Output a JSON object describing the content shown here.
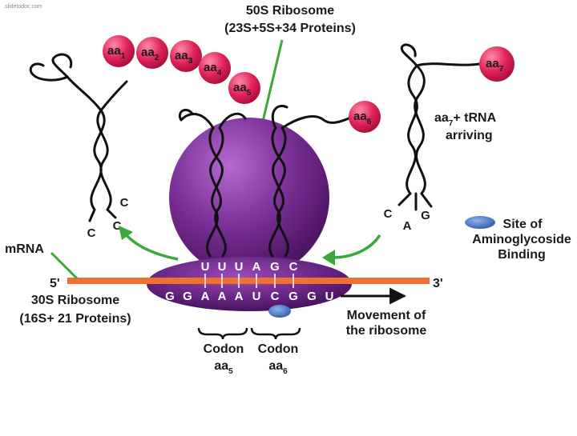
{
  "watermark": "slidetodoc.com",
  "ribosome_50s": {
    "title": "50S Ribosome",
    "detail": "(23S+5S+34 Proteins)"
  },
  "ribosome_30s": {
    "title": "30S Ribosome",
    "detail": "(16S+ 21 Proteins)"
  },
  "mrna": {
    "label": "mRNA",
    "five_prime": "5'",
    "three_prime": "3'"
  },
  "amino_acids": [
    {
      "base": "aa",
      "sub": "1"
    },
    {
      "base": "aa",
      "sub": "2"
    },
    {
      "base": "aa",
      "sub": "3"
    },
    {
      "base": "aa",
      "sub": "4"
    },
    {
      "base": "aa",
      "sub": "5"
    },
    {
      "base": "aa",
      "sub": "6"
    },
    {
      "base": "aa",
      "sub": "7"
    }
  ],
  "arriving": {
    "line1_base": "aa",
    "line1_sub": "7",
    "line1_rest": "+ tRNA",
    "line2": "arriving"
  },
  "anticodon_top": [
    "U",
    "U",
    "U",
    "A",
    "G",
    "C"
  ],
  "mrna_bases": [
    "G",
    "G",
    "A",
    "A",
    "A",
    "U",
    "C",
    "G",
    "G",
    "U"
  ],
  "exiting_trna_letters": [
    "C",
    "C",
    "C"
  ],
  "arriving_trna_letters": [
    "C",
    "A",
    "G"
  ],
  "movement": {
    "line1": "Movement of",
    "line2": "the ribosome"
  },
  "legend": {
    "line1": "Site of",
    "line2": "Aminoglycoside",
    "line3": "Binding"
  },
  "codons": [
    {
      "label": "Codon",
      "aa_base": "aa",
      "aa_sub": "5"
    },
    {
      "label": "Codon",
      "aa_base": "aa",
      "aa_sub": "6"
    }
  ],
  "colors": {
    "ribosome": "#7a2f96",
    "ribosome_dark": "#4e1563",
    "amino_acid": "#e0245a",
    "mrna": "#f07030",
    "arrow": "#3aa83a",
    "binding_site": "#3a6ec0"
  }
}
